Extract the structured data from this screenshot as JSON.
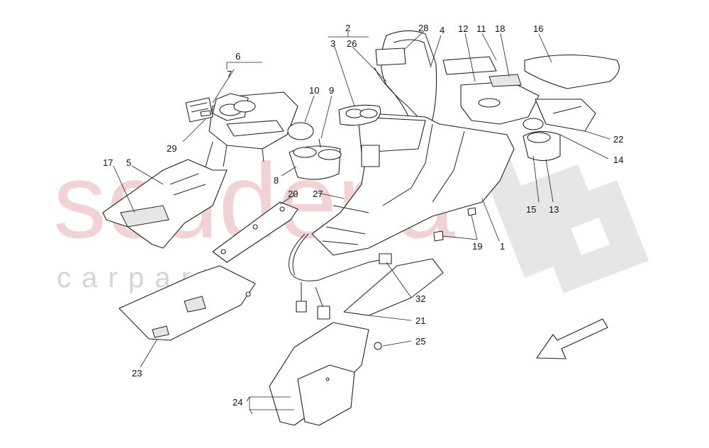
{
  "watermark": {
    "brand": "scuderia",
    "subtitle": "c a r p a r t s",
    "brand_color": "#e7aeb3",
    "checker_color": "#c9c9c9"
  },
  "callouts": [
    {
      "id": "c1",
      "label": "1"
    },
    {
      "id": "c2",
      "label": "2"
    },
    {
      "id": "c3",
      "label": "3"
    },
    {
      "id": "c4",
      "label": "4"
    },
    {
      "id": "c5",
      "label": "5"
    },
    {
      "id": "c6",
      "label": "6"
    },
    {
      "id": "c7",
      "label": "7"
    },
    {
      "id": "c8",
      "label": "8"
    },
    {
      "id": "c9",
      "label": "9"
    },
    {
      "id": "c10",
      "label": "10"
    },
    {
      "id": "c11",
      "label": "11"
    },
    {
      "id": "c12",
      "label": "12"
    },
    {
      "id": "c13",
      "label": "13"
    },
    {
      "id": "c14",
      "label": "14"
    },
    {
      "id": "c15",
      "label": "15"
    },
    {
      "id": "c16",
      "label": "16"
    },
    {
      "id": "c17",
      "label": "17"
    },
    {
      "id": "c18",
      "label": "18"
    },
    {
      "id": "c19",
      "label": "19"
    },
    {
      "id": "c20",
      "label": "20"
    },
    {
      "id": "c21",
      "label": "21"
    },
    {
      "id": "c22",
      "label": "22"
    },
    {
      "id": "c23",
      "label": "23"
    },
    {
      "id": "c24",
      "label": "24"
    },
    {
      "id": "c25",
      "label": "25"
    },
    {
      "id": "c26",
      "label": "26"
    },
    {
      "id": "c27",
      "label": "27"
    },
    {
      "id": "c28",
      "label": "28"
    },
    {
      "id": "c29",
      "label": "29"
    }
  ],
  "direction_arrow_icon": "arrow-down-left-icon"
}
